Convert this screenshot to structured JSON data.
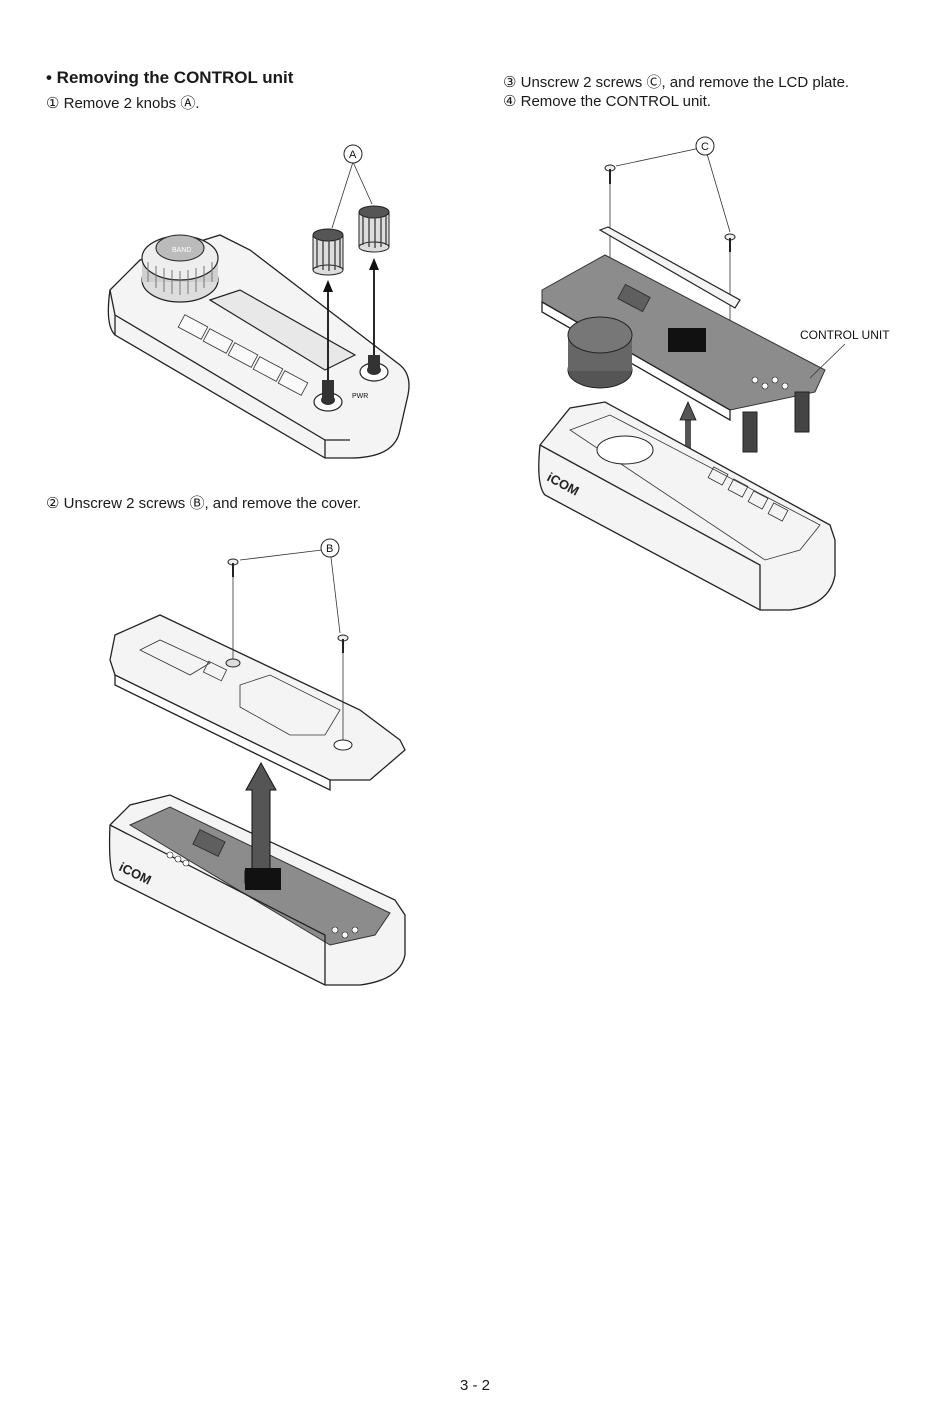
{
  "section": {
    "heading": "• Removing the CONTROL unit"
  },
  "steps": [
    "① Remove 2 knobs Ⓐ.",
    "② Unscrew 2 screws Ⓑ, and remove the cover.",
    "③ Unscrew 2 screws Ⓒ, and remove the LCD plate.",
    "④ Remove the CONTROL unit."
  ],
  "figures": {
    "fig1": {
      "callout": "A",
      "brand_label": "BAND",
      "pwr_label": "PWR"
    },
    "fig2": {
      "callout": "B",
      "brand_logo": "iCOM"
    },
    "fig3": {
      "callout": "C",
      "part_label": "CONTROL UNIT",
      "brand_logo": "iCOM"
    }
  },
  "footer": {
    "page_number": "3 - 2"
  }
}
